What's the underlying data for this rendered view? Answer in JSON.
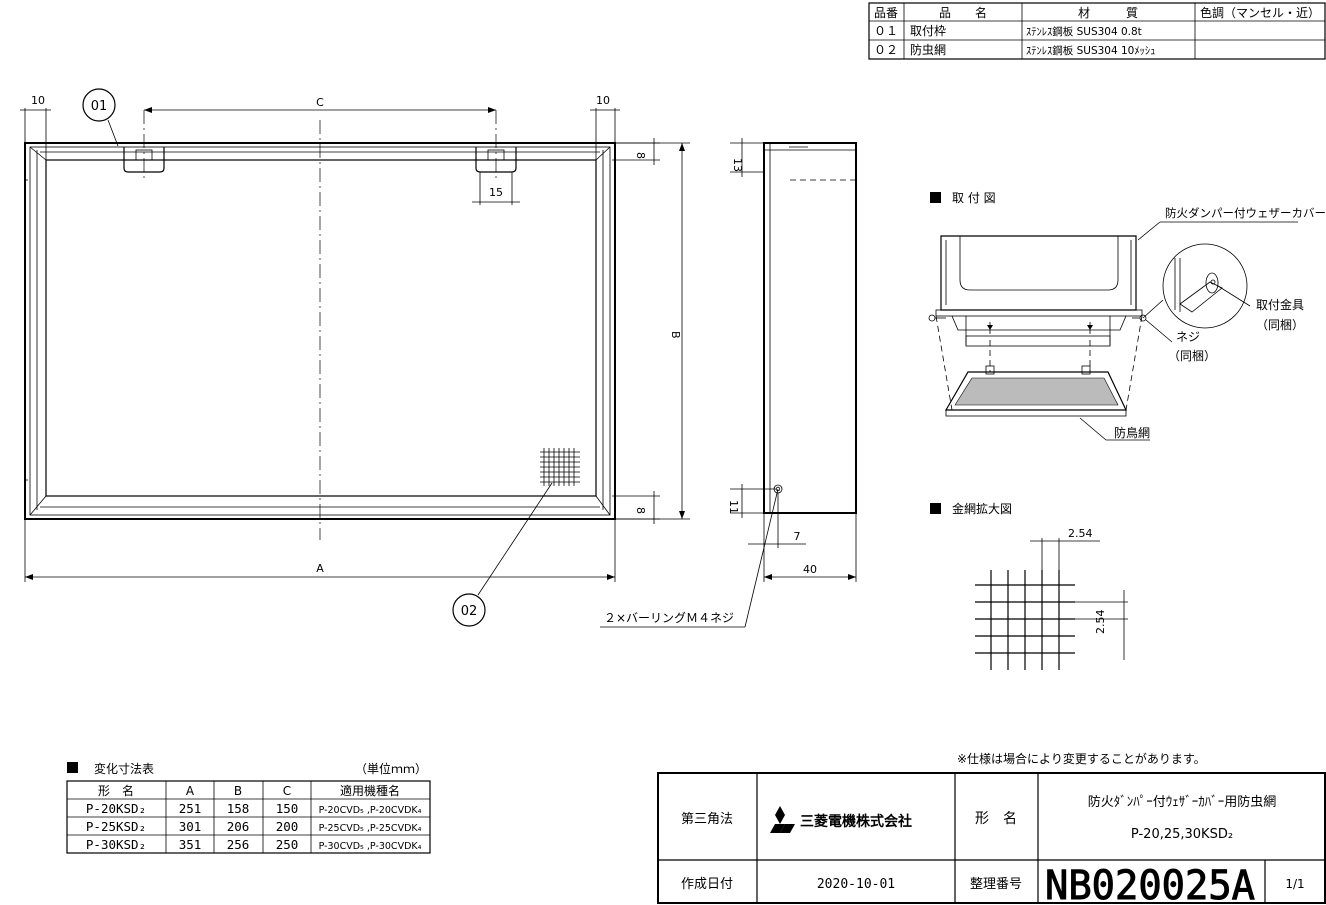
{
  "parts_table": {
    "headers": {
      "no": "品番",
      "name": "品　　名",
      "material": "材　　　質",
      "color": "色調（マンセル・近）"
    },
    "rows": [
      {
        "no": "０１",
        "name": "取付枠",
        "material": "ｽﾃﾝﾚｽ鋼板 SUS304 0.8t",
        "color": ""
      },
      {
        "no": "０２",
        "name": "防虫網",
        "material": "ｽﾃﾝﾚｽ鋼板 SUS304 10ﾒｯｼｭ",
        "color": ""
      }
    ]
  },
  "front_view": {
    "dim_left_10": "10",
    "dim_right_10": "10",
    "dim_c": "C",
    "dim_15": "15",
    "dim_top_8": "8",
    "dim_bottom_8": "8",
    "dim_b": "B",
    "dim_a": "A",
    "balloon_01": "01",
    "balloon_02": "02"
  },
  "side_view": {
    "dim_13": "13",
    "dim_11": "11",
    "dim_7": "7",
    "dim_40": "40",
    "screw_note": "２×バーリングＭ４ネジ"
  },
  "mount_section": {
    "title": "取 付 図",
    "label_cover": "防火ダンパー付ウェザーカバー",
    "label_bracket": "取付金具",
    "label_bracket_sub": "（同梱）",
    "label_screw": "ネジ",
    "label_screw_sub": "（同梱）",
    "label_net": "防鳥網"
  },
  "mesh_section": {
    "title": "金網拡大図",
    "dim_h": "2.54",
    "dim_v": "2.54"
  },
  "dim_table": {
    "title": "変化寸法表",
    "unit": "（単位ｍｍ）",
    "headers": [
      "形　名",
      "A",
      "B",
      "C",
      "適用機種名"
    ],
    "rows": [
      [
        "P-20KSD₂",
        "251",
        "158",
        "150",
        "P-20CVD₅ ,P-20CVDK₄"
      ],
      [
        "P-25KSD₂",
        "301",
        "206",
        "200",
        "P-25CVD₅ ,P-25CVDK₄"
      ],
      [
        "P-30KSD₂",
        "351",
        "256",
        "250",
        "P-30CVD₅ ,P-30CVDK₄"
      ]
    ]
  },
  "note": "※仕様は場合により変更することがあります。",
  "title_block": {
    "projection": "第三角法",
    "company": "三菱電機株式会社",
    "model_label": "形　名",
    "model_name": "防火ﾀﾞﾝﾊﾟｰ付ｳｪｻﾞｰｶﾊﾞｰ用防虫網",
    "model_code": "P-20,25,30KSD₂",
    "date_label": "作成日付",
    "date": "2020-10-01",
    "drawing_no_label": "整理番号",
    "drawing_no": "NB020025A",
    "sheet": "1/1"
  }
}
